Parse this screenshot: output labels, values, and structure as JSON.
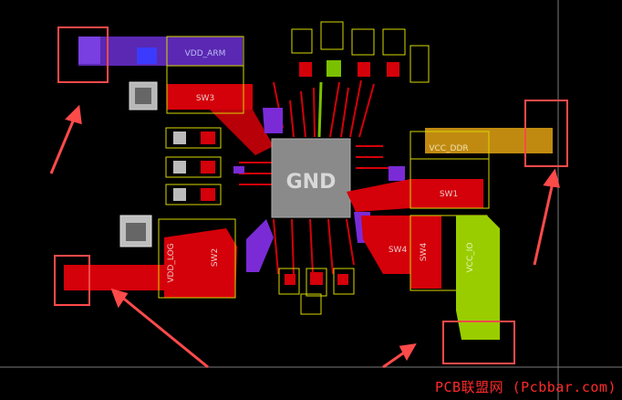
{
  "board": {
    "center_label": "GND",
    "net_labels": {
      "vdd_arm": "VDD_ARM",
      "sw3": "SW3",
      "vcc_ddr": "VCC_DDR",
      "sw1": "SW1",
      "sw4_left": "SW4",
      "sw4_box": "SW4",
      "vcc_io": "VCC_IO",
      "vdd_log": "VDD_LOG",
      "sw2": "SW2"
    }
  },
  "watermark": "PCB联盟网 (Pcbbar.com)",
  "colors": {
    "background": "#000000",
    "copper_red": "#d4000a",
    "copper_purple": "#7a2bd6",
    "ddr_orange": "#c08a10",
    "io_green": "#9acd00",
    "silkscreen": "#d8d800",
    "highlight": "#ff4a4a",
    "chip_body": "#8a8a8a"
  }
}
